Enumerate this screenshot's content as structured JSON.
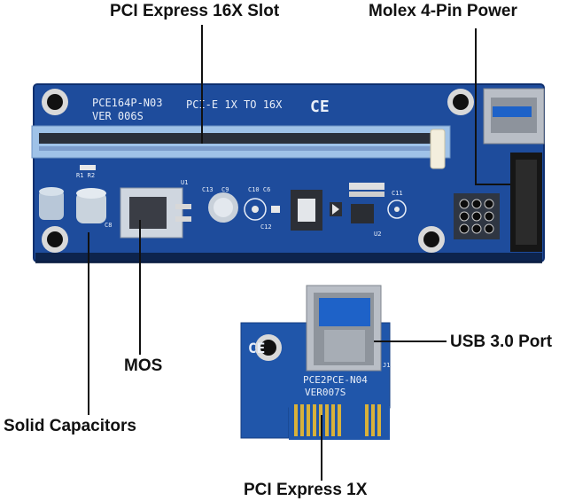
{
  "callouts": {
    "pcie16x_slot": "PCI Express 16X Slot",
    "molex_power": "Molex 4-Pin Power",
    "usb30_port": "USB 3.0 Port",
    "mos": "MOS",
    "solid_capacitors": "Solid Capacitors",
    "pcie1x": "PCI Express 1X"
  },
  "board_main": {
    "model": "PCE164P-N03",
    "version": "VER 006S",
    "title": "PCI-E 1X TO 16X",
    "ce_mark": "CE",
    "silk": {
      "r1r2": "R1 R2",
      "u1": "U1",
      "c13": "C13",
      "c9": "C9",
      "c10c6": "C10 C6",
      "c12": "C12",
      "c11": "C11",
      "u2": "U2",
      "c8": "C8"
    }
  },
  "board_adapter": {
    "model": "PCE2PCE-N04",
    "version": "VER007S",
    "ce_mark": "CE",
    "j1": "J1"
  },
  "colors": {
    "pcb_blue": "#1f4e9e",
    "slot_blue": "#9dc0e6",
    "gold": "#c9a227",
    "leader_line": "#111111"
  }
}
